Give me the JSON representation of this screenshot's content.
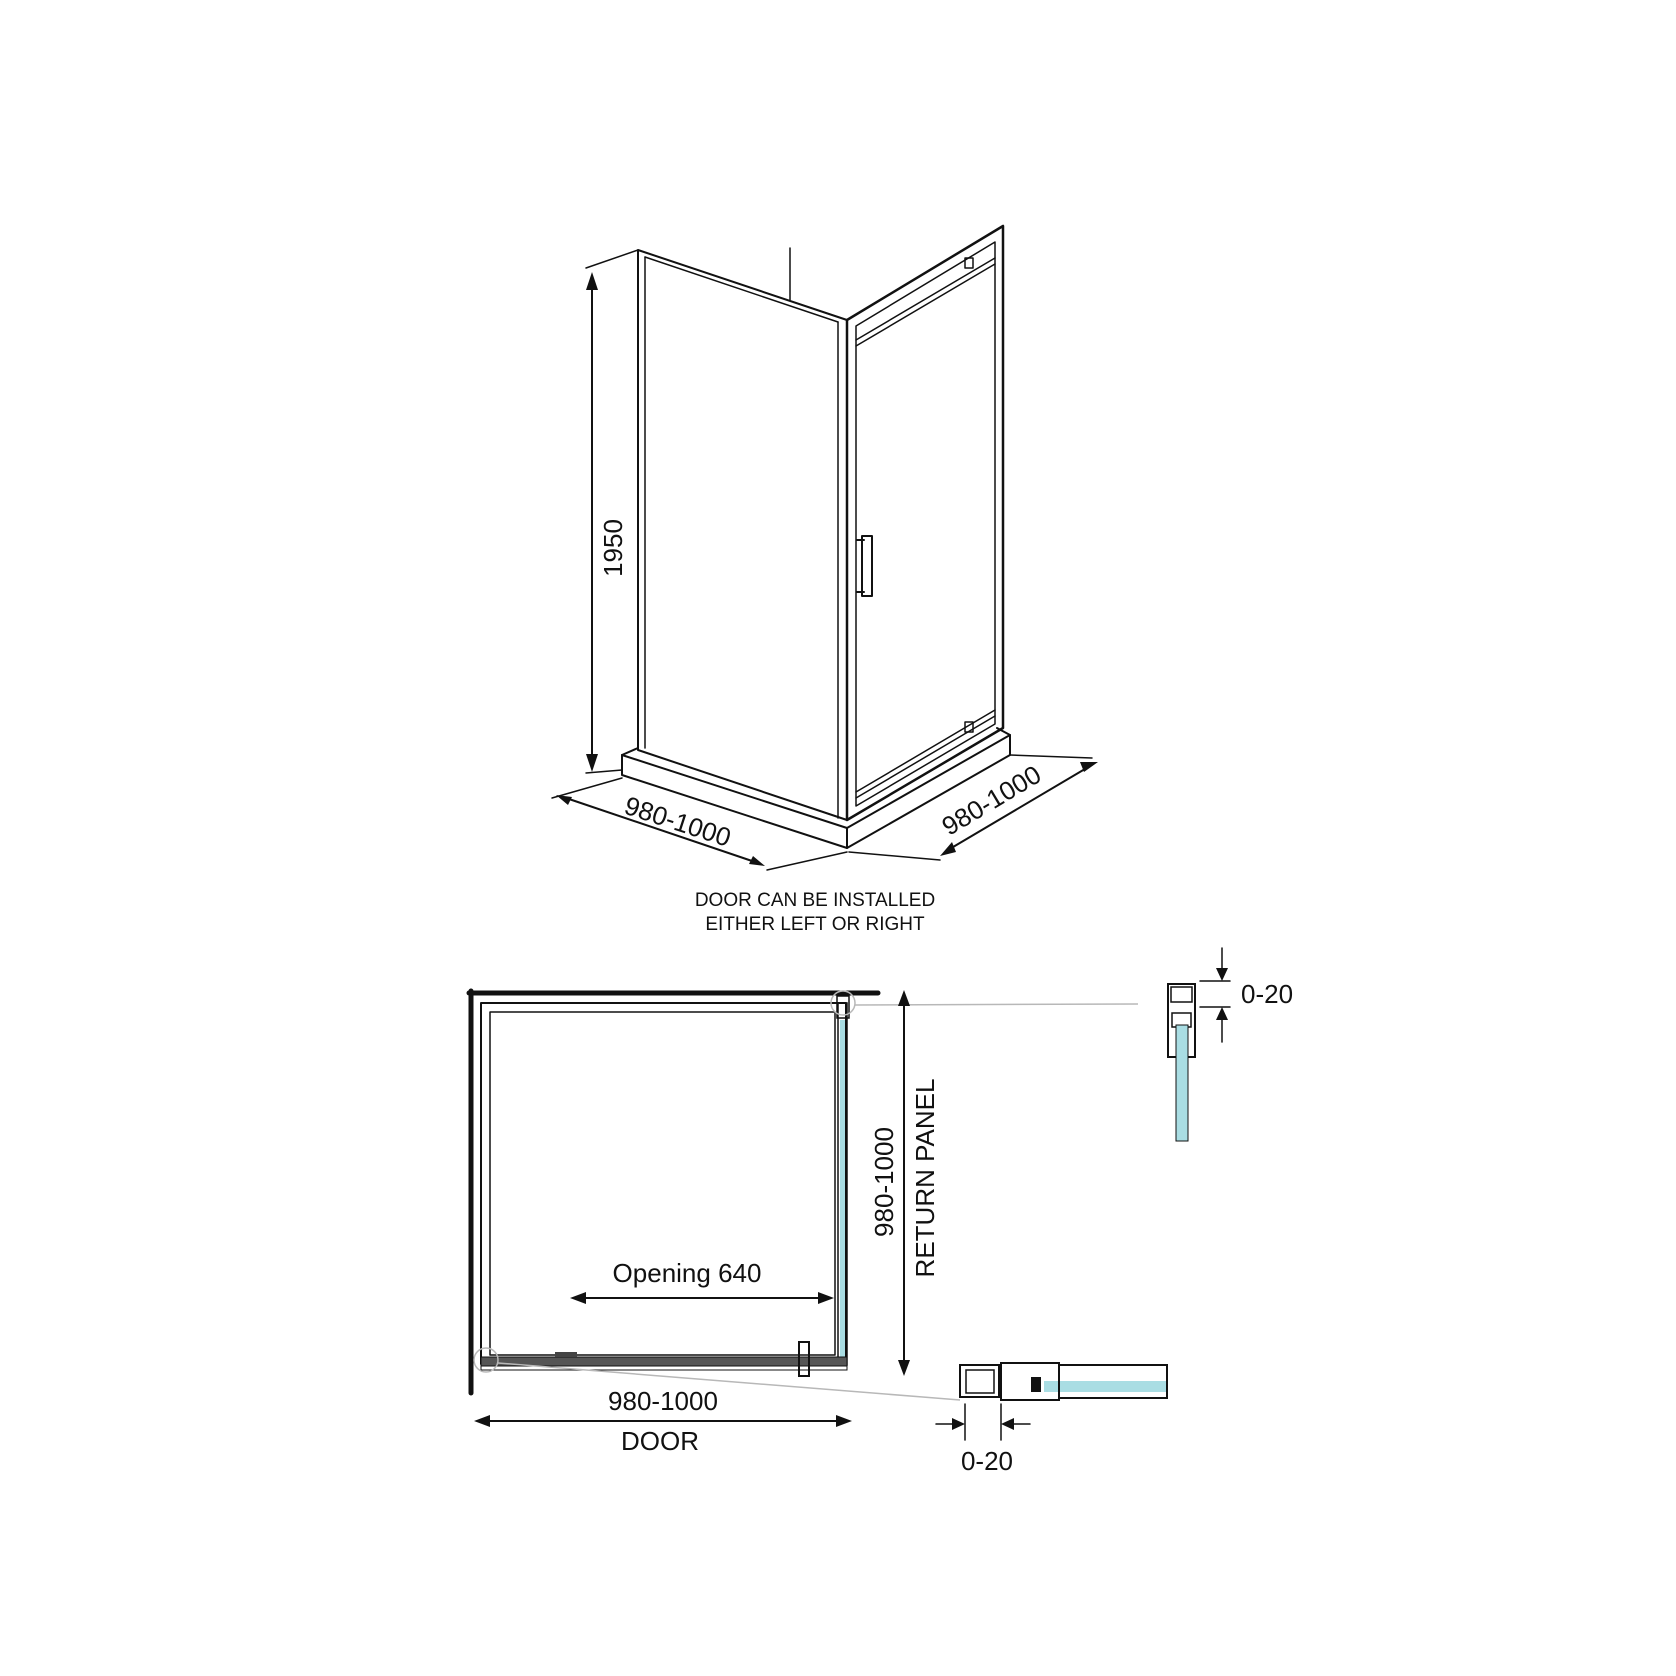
{
  "colors": {
    "line": "#111111",
    "glass": "#a9dde3",
    "leader": "#b8b8b8",
    "background": "#ffffff"
  },
  "elevation": {
    "height_label": "1950",
    "width_left_label": "980-1000",
    "width_right_label": "980-1000",
    "note_line1": "DOOR CAN BE INSTALLED",
    "note_line2": "EITHER LEFT OR RIGHT"
  },
  "plan": {
    "return_dim_label": "980-1000",
    "return_panel_label": "RETURN PANEL",
    "opening_label": "Opening 640",
    "door_dim_label": "980-1000",
    "door_label": "DOOR"
  },
  "details": {
    "top_adjust_label": "0-20",
    "bottom_adjust_label": "0-20"
  }
}
